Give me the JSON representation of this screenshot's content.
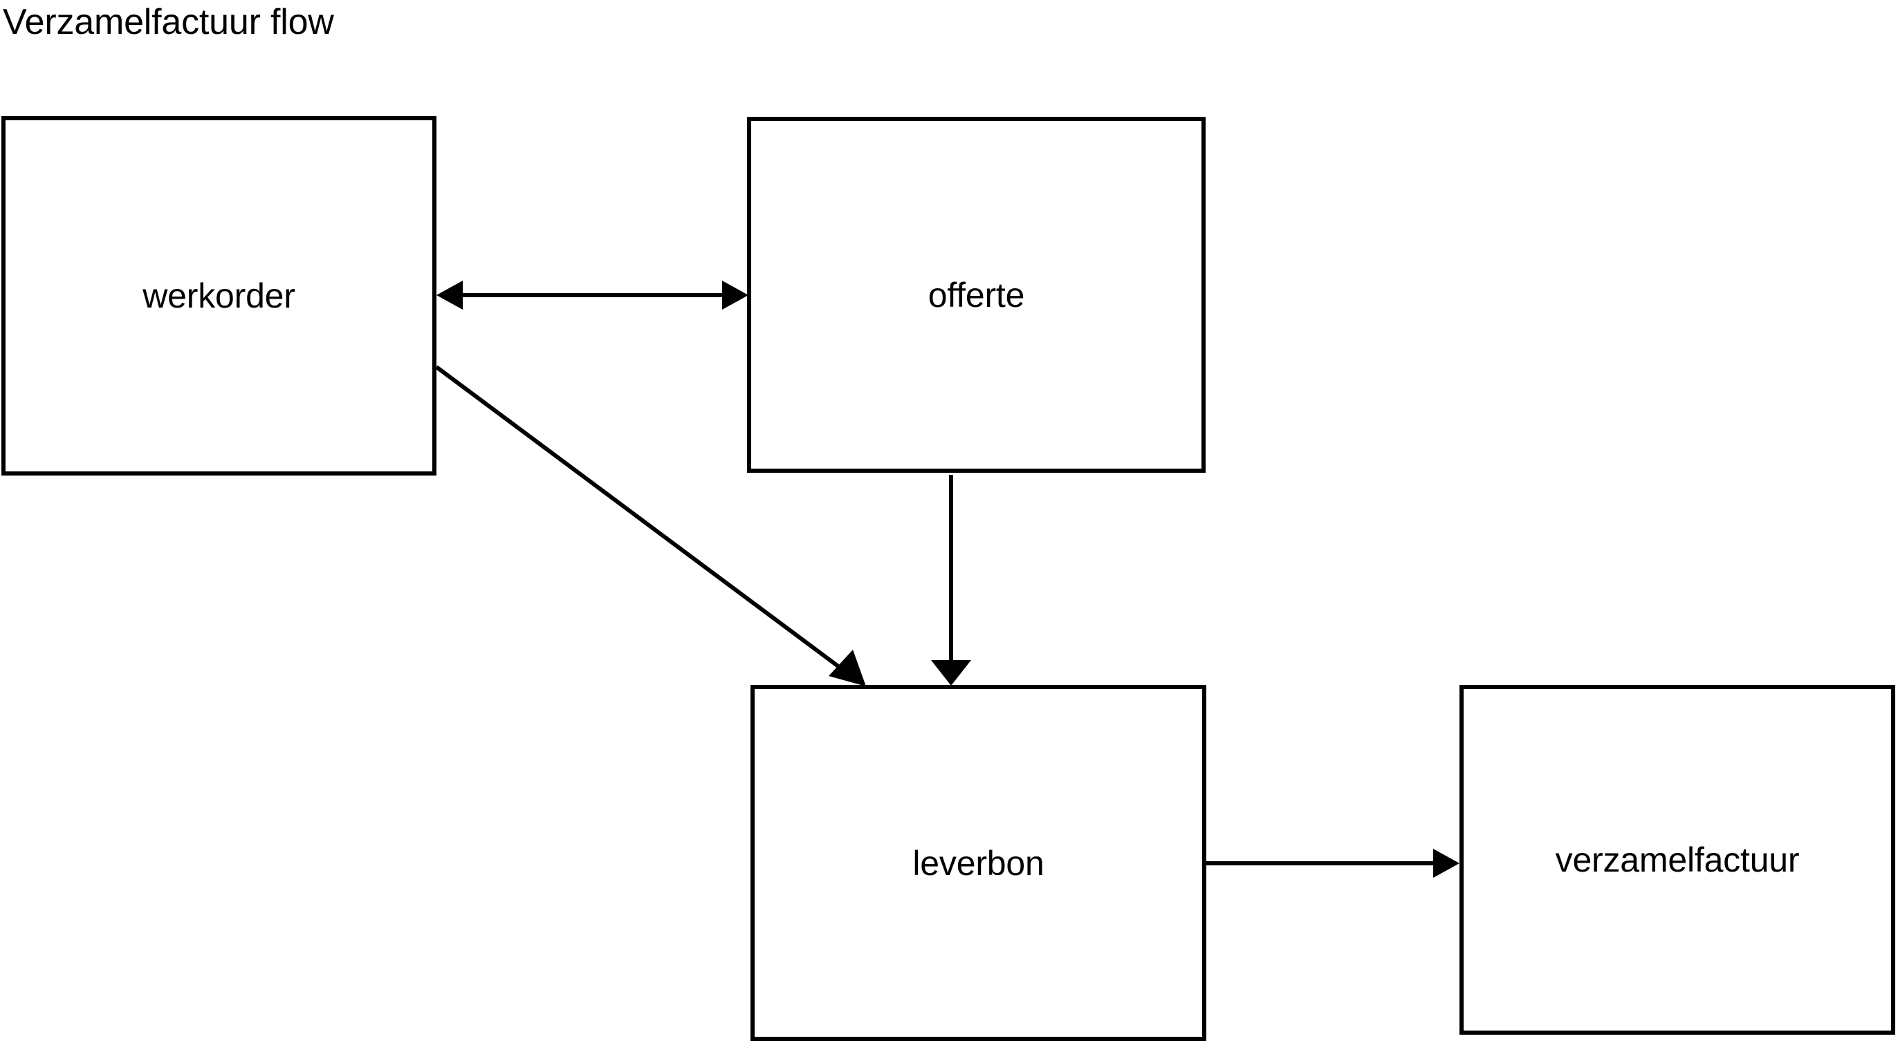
{
  "diagram": {
    "title": "Verzamelfactuur flow",
    "background_color": "#ffffff",
    "stroke_color": "#000000",
    "nodes": [
      {
        "id": "werkorder",
        "label": "werkorder"
      },
      {
        "id": "offerte",
        "label": "offerte"
      },
      {
        "id": "leverbon",
        "label": "leverbon"
      },
      {
        "id": "verzamelfactuur",
        "label": "verzamelfactuur"
      }
    ],
    "edges": [
      {
        "id": "werkorder-offerte",
        "from": "werkorder",
        "to": "offerte",
        "direction": "bidirectional",
        "style": "straight-horizontal"
      },
      {
        "id": "werkorder-leverbon",
        "from": "werkorder",
        "to": "leverbon",
        "direction": "forward",
        "style": "diagonal"
      },
      {
        "id": "offerte-leverbon",
        "from": "offerte",
        "to": "leverbon",
        "direction": "forward",
        "style": "straight-vertical"
      },
      {
        "id": "leverbon-verzamelfactuur",
        "from": "leverbon",
        "to": "verzamelfactuur",
        "direction": "forward",
        "style": "straight-horizontal"
      }
    ]
  },
  "chart_data": {
    "type": "diagram",
    "title": "Verzamelfactuur flow",
    "nodes": [
      "werkorder",
      "offerte",
      "leverbon",
      "verzamelfactuur"
    ],
    "edges": [
      [
        "werkorder",
        "offerte",
        "bidirectional"
      ],
      [
        "werkorder",
        "leverbon",
        "forward"
      ],
      [
        "offerte",
        "leverbon",
        "forward"
      ],
      [
        "leverbon",
        "verzamelfactuur",
        "forward"
      ]
    ]
  }
}
